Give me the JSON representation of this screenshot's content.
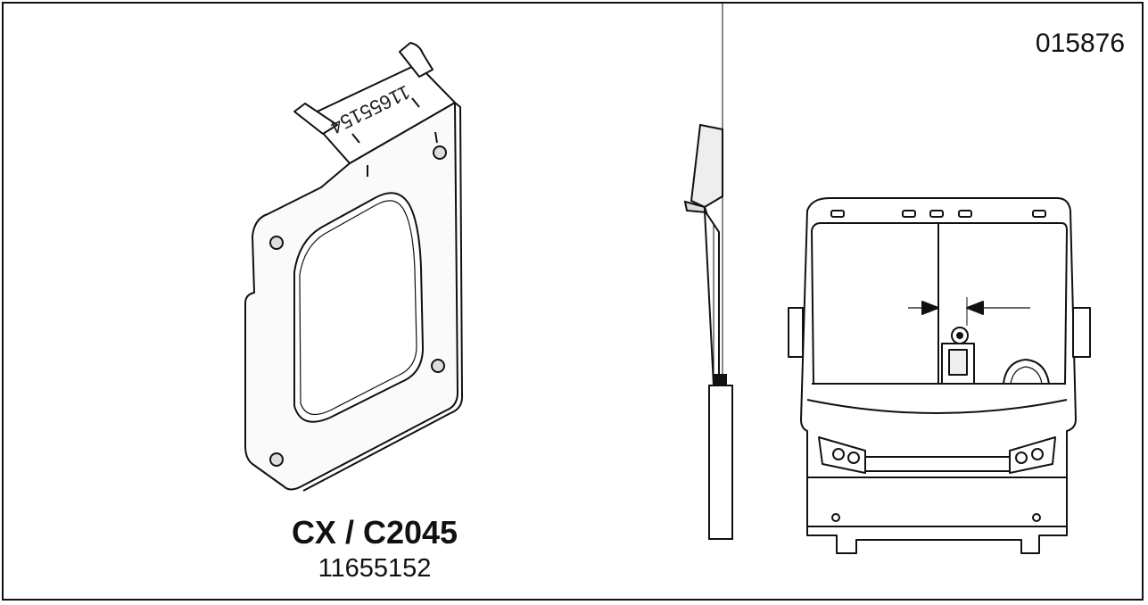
{
  "document_number": "015876",
  "bracket": {
    "model": "CX / C2045",
    "part_number": "11655152",
    "stamp": "11655154"
  }
}
